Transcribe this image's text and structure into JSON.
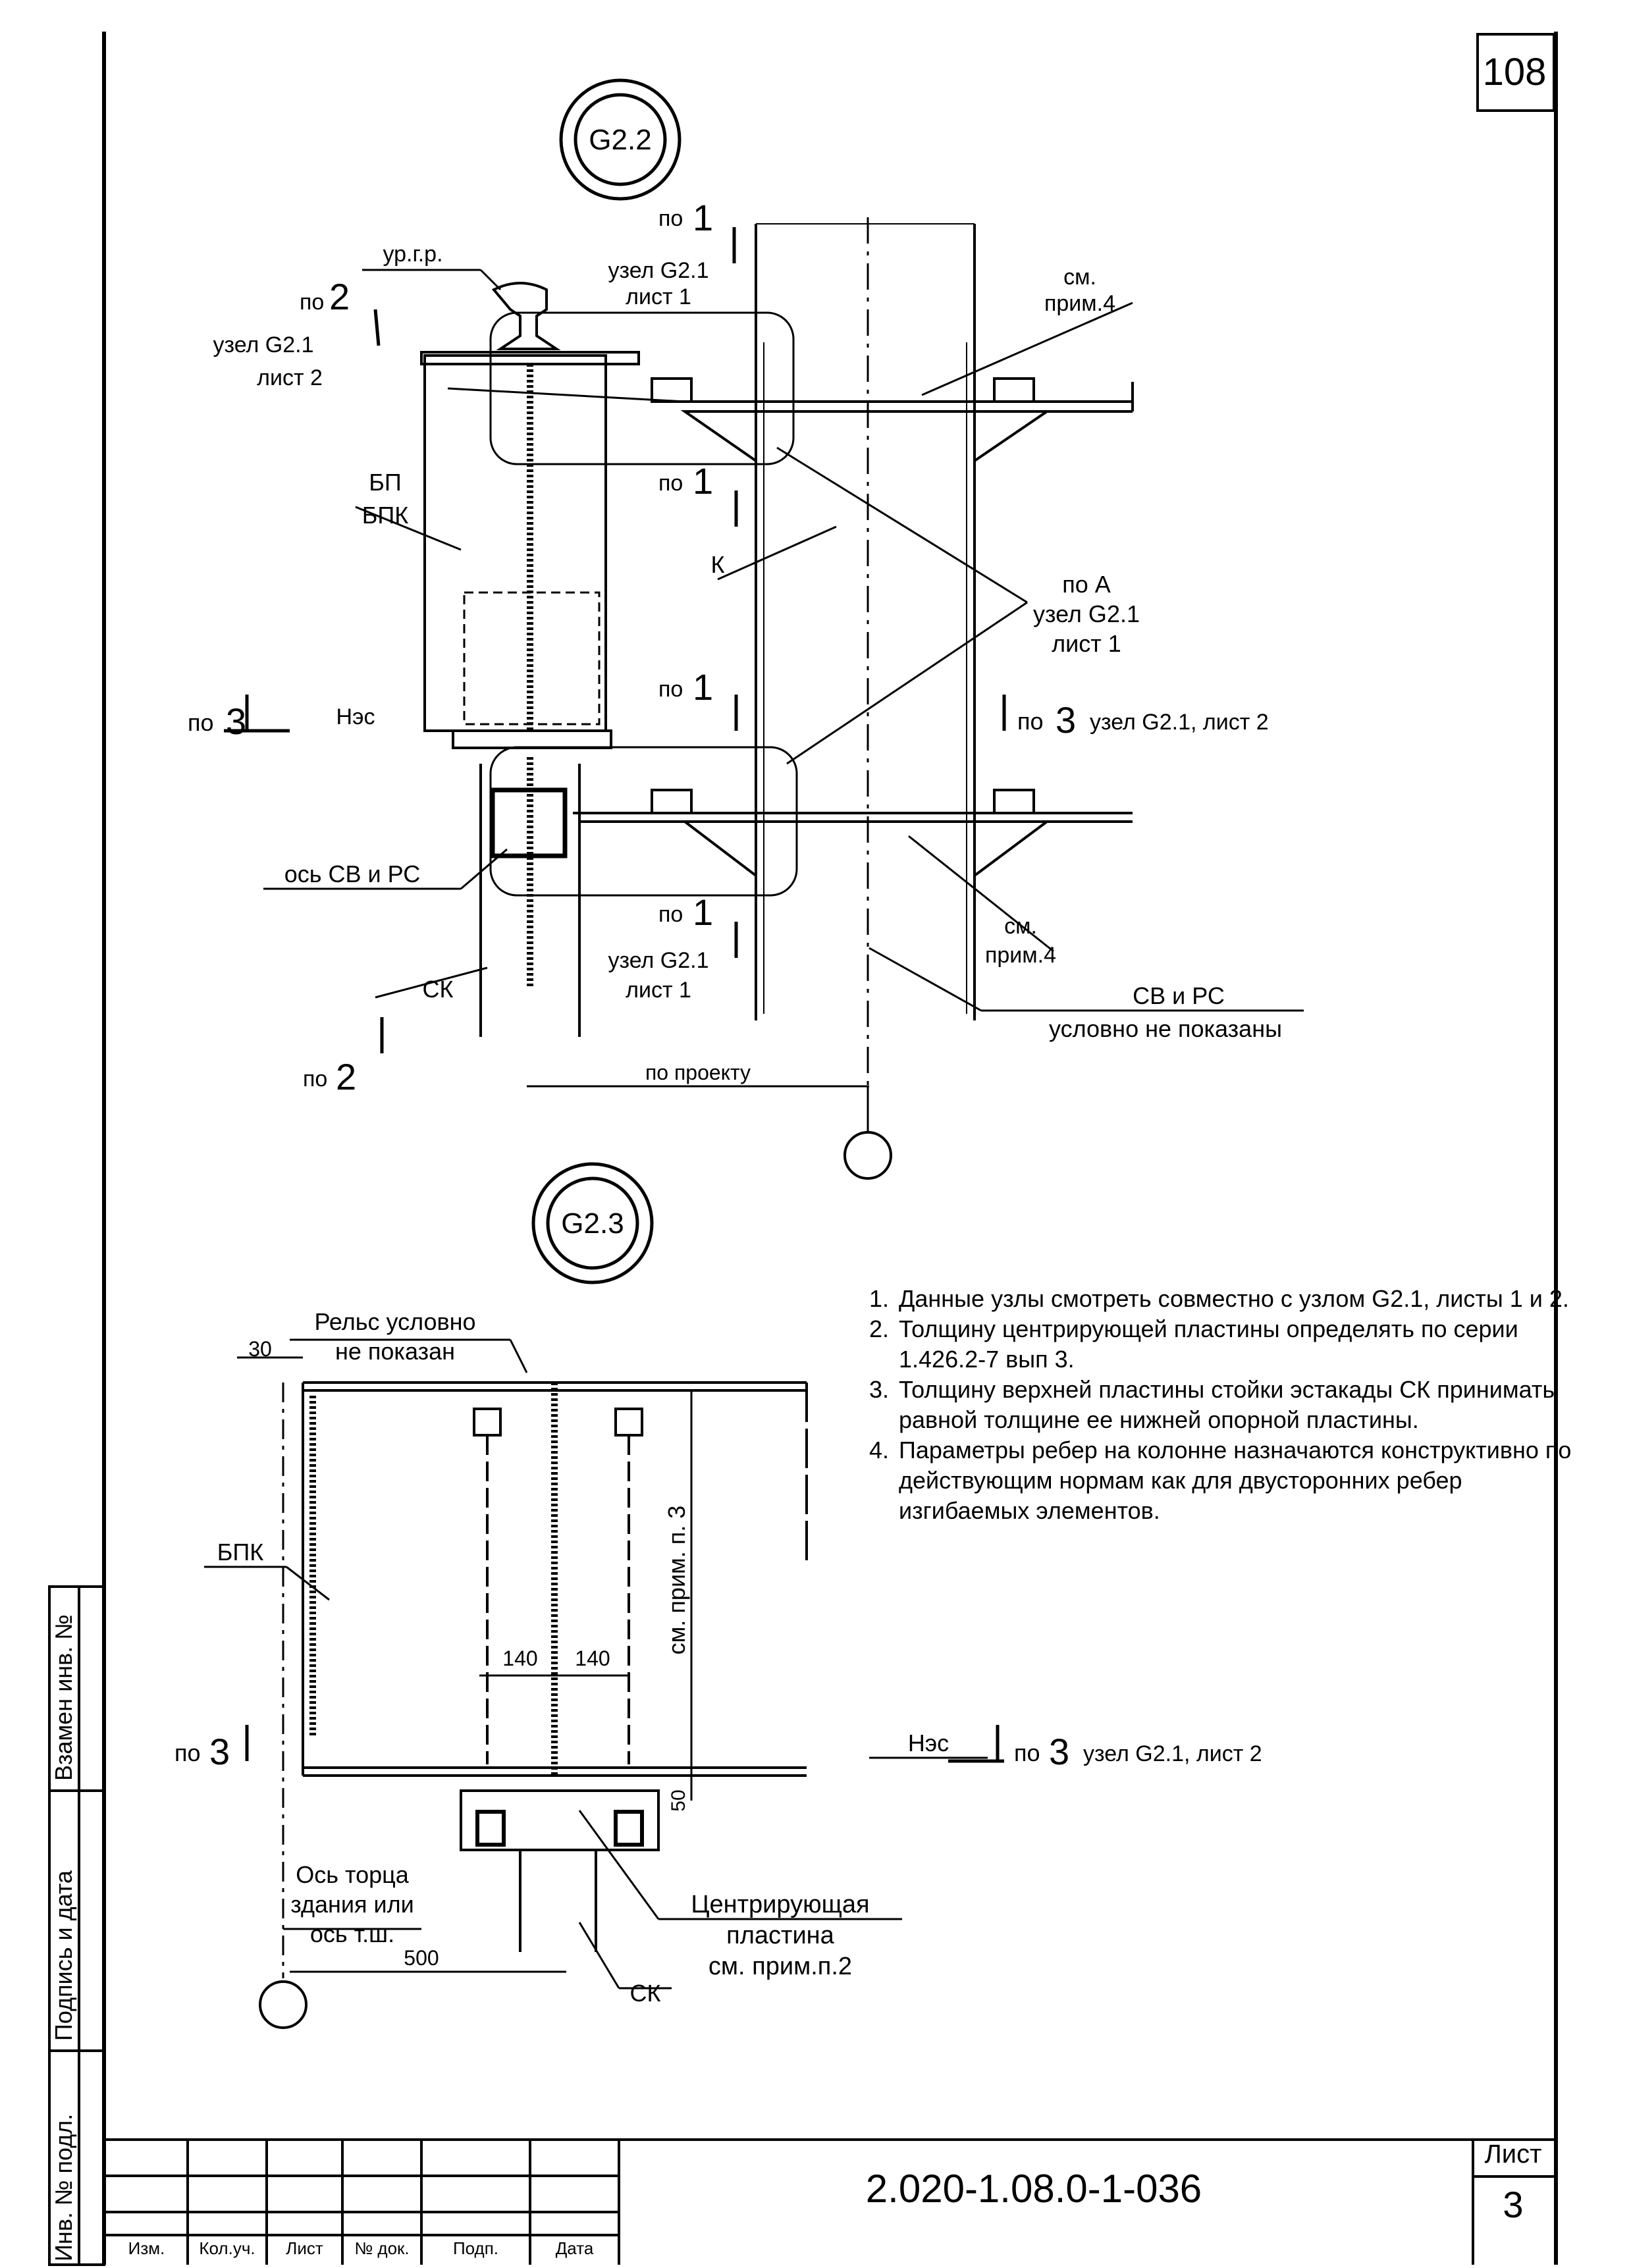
{
  "sheet": {
    "page_number": "108",
    "document_code": "2.020-1.08.0-1-036",
    "sheet_label": "Лист",
    "sheet_number": "3",
    "title_headers": [
      "Изм.",
      "Кол.уч.",
      "Лист",
      "№ док.",
      "Подп.",
      "Дата"
    ],
    "side_labels": [
      "Взамен инв. №",
      "Подпись и дата",
      "Инв. № подл."
    ]
  },
  "node_g22": {
    "title": "G2.2",
    "rail_level": "ур.г.р.",
    "see_note_top": [
      "см.",
      "прим.4"
    ],
    "node_ref_top": [
      "узел G2.1",
      "лист 1"
    ],
    "node_ref_left": [
      "узел G2.1",
      "лист 2"
    ],
    "beam_labels": [
      "БП",
      "БПК"
    ],
    "column": "К",
    "by_a": [
      "по А",
      "узел G2.1",
      "лист 1"
    ],
    "hes": "Нэс",
    "axis_sv": "ось СВ и РС",
    "sk": "СК",
    "see_note_bottom": [
      "см.",
      "прим.4"
    ],
    "node_ref_bottom": [
      "узел G2.1",
      "лист 1"
    ],
    "sv_rs": [
      "СВ и РС",
      "условно не показаны"
    ],
    "by_project": "по проекту",
    "sec_1": "по",
    "sec_1_num": "1",
    "sec_2_num": "2",
    "sec_3_num": "3",
    "sec3_ref": "узел G2.1, лист 2"
  },
  "node_g23": {
    "title": "G2.3",
    "rail_note": [
      "Рельс условно",
      "не показан"
    ],
    "dim_30": "30",
    "bpk": "БПК",
    "dim_140a": "140",
    "dim_140b": "140",
    "see_note_3": "см. прим. п. 3",
    "hes": "Нэс",
    "dim_50": "50",
    "by3": "по",
    "by3_num": "3",
    "by3_ref": "узел G2.1, лист 2",
    "axis_note": [
      "Ось торца",
      "здания или",
      "ось т.ш."
    ],
    "dim_500": "500",
    "centering": [
      "Центрирующая",
      "пластина",
      "см. прим.п.2"
    ],
    "sk": "СК"
  },
  "notes": [
    "Данные узлы смотреть совместно с узлом G2.1, листы 1 и 2.",
    "Толщину центрирующей пластины определять по серии 1.426.2-7 вып 3.",
    "Толщину верхней пластины стойки эстакады СК принимать равной толщине ее нижней опорной пластины.",
    "Параметры ребер на колонне назначаются конструктивно по действующим нормам как для двусторонних ребер изгибаемых элементов."
  ]
}
